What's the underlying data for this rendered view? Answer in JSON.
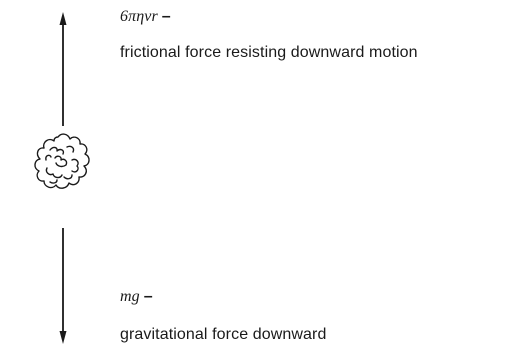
{
  "upward_force": {
    "formula": "6πηvr",
    "separator": "–",
    "description": "frictional force resisting downward motion"
  },
  "downward_force": {
    "formula": "mg",
    "separator": "–",
    "description": "gravitational force downward"
  },
  "colors": {
    "ink": "#1a1a1a",
    "background": "#ffffff"
  },
  "icons": {
    "particle": "irregular-particle-icon",
    "up_arrow": "arrow-up-icon",
    "down_arrow": "arrow-down-icon"
  }
}
